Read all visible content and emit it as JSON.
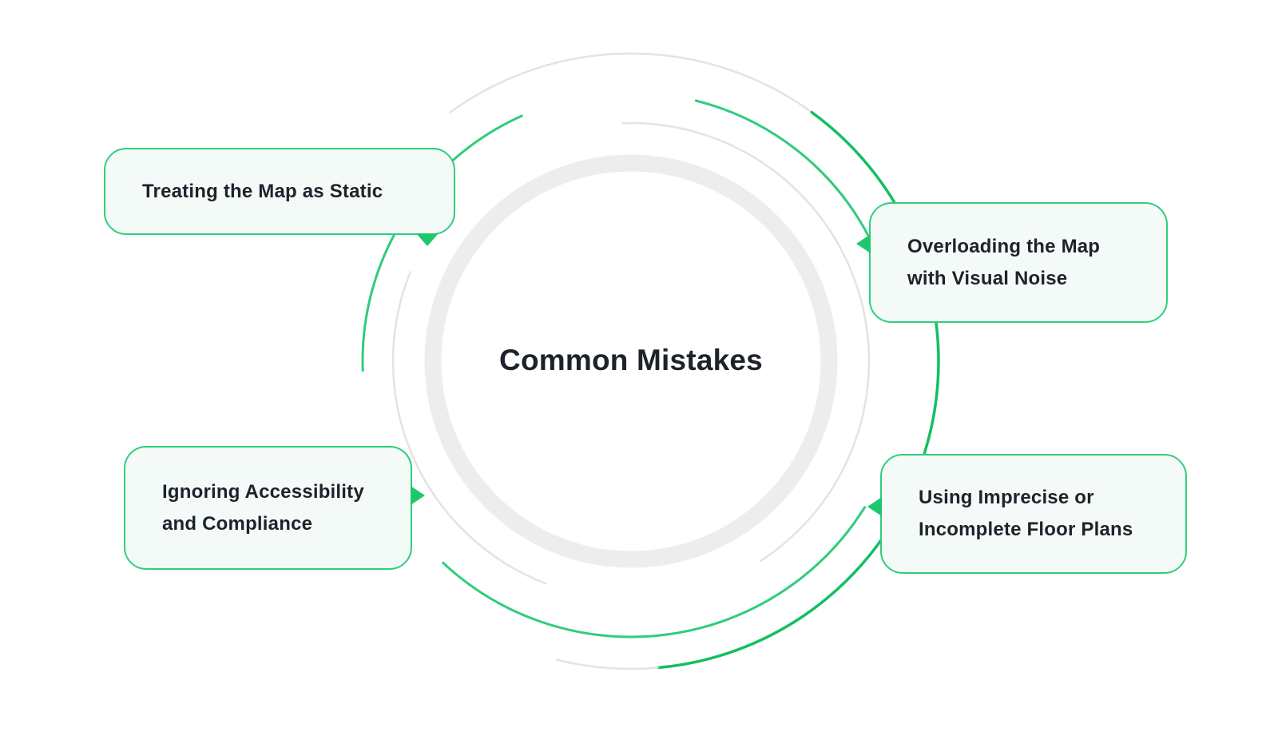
{
  "diagram": {
    "title": "Common Mistakes",
    "nodes": [
      {
        "id": "treating-the-map-as-static",
        "position": "top-left",
        "label": "Treating the Map as Static",
        "lines": [
          "Treating the Map as Static"
        ]
      },
      {
        "id": "overloading-the-map-with-visual-noise",
        "position": "top-right",
        "label": "Overloading the Map with Visual Noise",
        "lines": [
          "Overloading the Map",
          "with Visual Noise"
        ]
      },
      {
        "id": "ignoring-accessibility-and-compliance",
        "position": "bottom-left",
        "label": "Ignoring Accessibility and Compliance",
        "lines": [
          "Ignoring Accessibility",
          "and Compliance"
        ]
      },
      {
        "id": "using-imprecise-or-incomplete-floor-plans",
        "position": "bottom-right",
        "label": "Using Imprecise or Incomplete Floor Plans",
        "lines": [
          "Using Imprecise or",
          "Incomplete Floor Plans"
        ]
      }
    ],
    "colors": {
      "background": "#FFFFFF",
      "text": "#1E222B",
      "green_medium": "#2FCC7C",
      "green_dark": "#12BF63",
      "green_triangle": "#1EC76B",
      "box_border": "#30CE7E",
      "box_fill": "#F3FAF7",
      "ring_gray": "#EDEDF0",
      "arc_gray": "#E3E3E7",
      "circle_fill": "#FFFFFF"
    }
  }
}
